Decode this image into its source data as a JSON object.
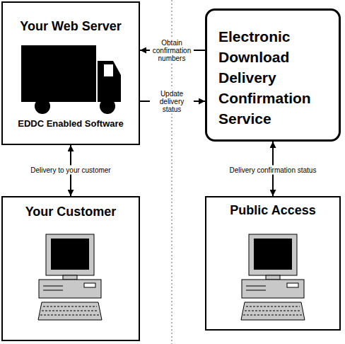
{
  "diagram": {
    "nodes": [
      {
        "text": [
          "Your Web Server",
          "EDDC Enabled Software"
        ]
      },
      {
        "text": [
          "Electronic Download Delivery Confirmation Service"
        ]
      },
      {
        "text": [
          "Your Customer"
        ]
      },
      {
        "text": [
          "Public Access"
        ]
      }
    ],
    "edges": [
      {
        "from": 1,
        "to": 0,
        "label": "Obtain confirmation numbers",
        "arrow": "to"
      },
      {
        "from": 0,
        "to": 1,
        "label": "Update delivery status",
        "arrow": "to"
      },
      {
        "from": 0,
        "to": 2,
        "label": "Delivery to your customer",
        "arrow": "both"
      },
      {
        "from": 1,
        "to": 3,
        "label": "Delivery confirmation status",
        "arrow": "both"
      }
    ]
  }
}
